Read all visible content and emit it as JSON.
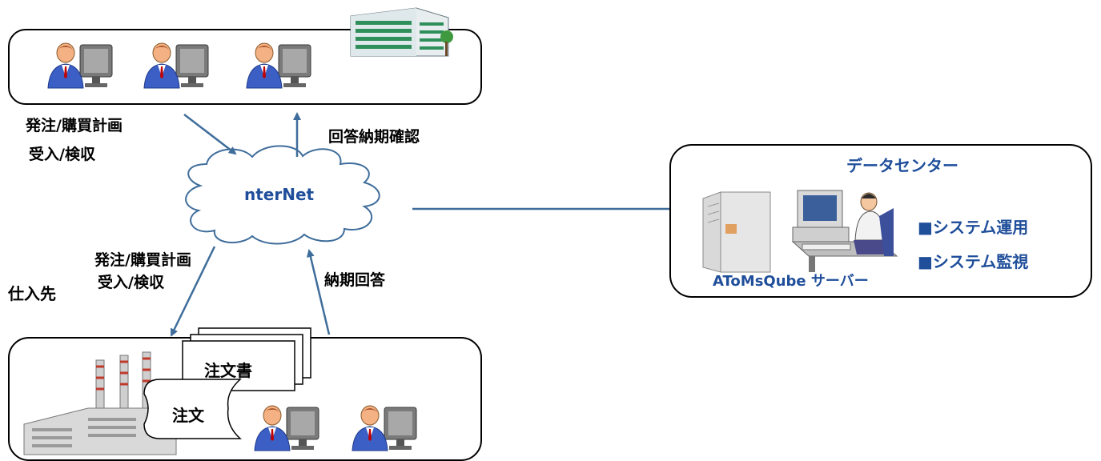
{
  "company": {
    "flow_out_line1": "発注/購買計画",
    "flow_out_line2": "受入/検収",
    "flow_in": "回答納期確認"
  },
  "internet": {
    "label": "nterNet"
  },
  "supplier": {
    "title": "仕入先",
    "flow_in_line1": "発注/購買計画",
    "flow_in_line2": "受入/検収",
    "flow_out": "納期回答",
    "doc_order_form": "注文書",
    "doc_order": "注文"
  },
  "datacenter": {
    "title": "データセンター",
    "server_label": "AToMsQube サーバー",
    "service_1": "■システム運用",
    "service_2": "■システム監視"
  },
  "colors": {
    "arrow": "#3f6d9b",
    "accent": "#1f4e9a",
    "server": "#d9d9d9"
  }
}
